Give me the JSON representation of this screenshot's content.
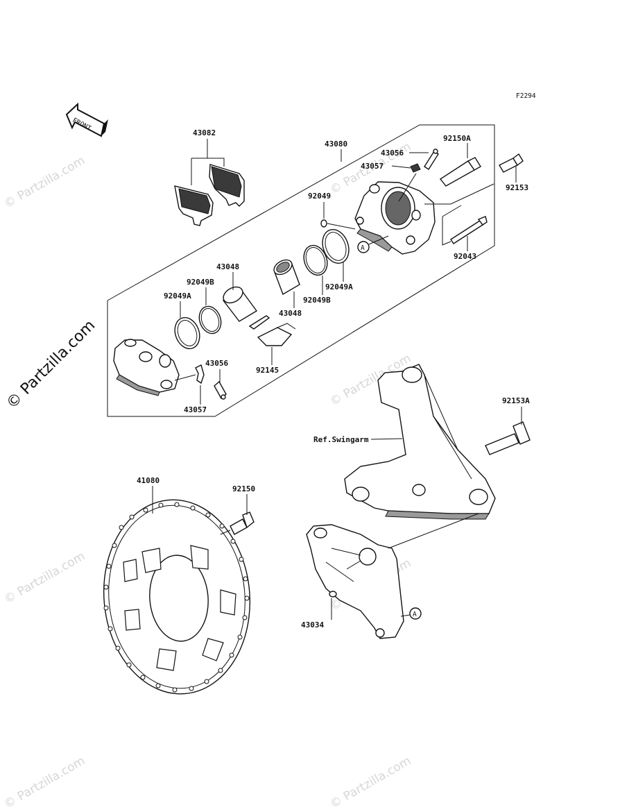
{
  "figure_code": "F2294",
  "front_label": "FRONT",
  "watermark": "© Partzilla.com",
  "callouts": {
    "p43082": "43082",
    "p43080": "43080",
    "p43056_top": "43056",
    "p43057_top": "43057",
    "p92150A": "92150A",
    "p92153": "92153",
    "p92049": "92049",
    "p92043": "92043",
    "p43048_a": "43048",
    "p92049B_a": "92049B",
    "p92049A_a": "92049A",
    "p43048_b": "43048",
    "p92049B_b": "92049B",
    "p92049A_b": "92049A",
    "p43056_bot": "43056",
    "p43057_bot": "43057",
    "p92145": "92145",
    "p92153A": "92153A",
    "swingarm": "Ref.Swingarm",
    "p41080": "41080",
    "p92150": "92150",
    "p43034": "43034",
    "ref_a_top": "A",
    "ref_a_bot": "A"
  }
}
